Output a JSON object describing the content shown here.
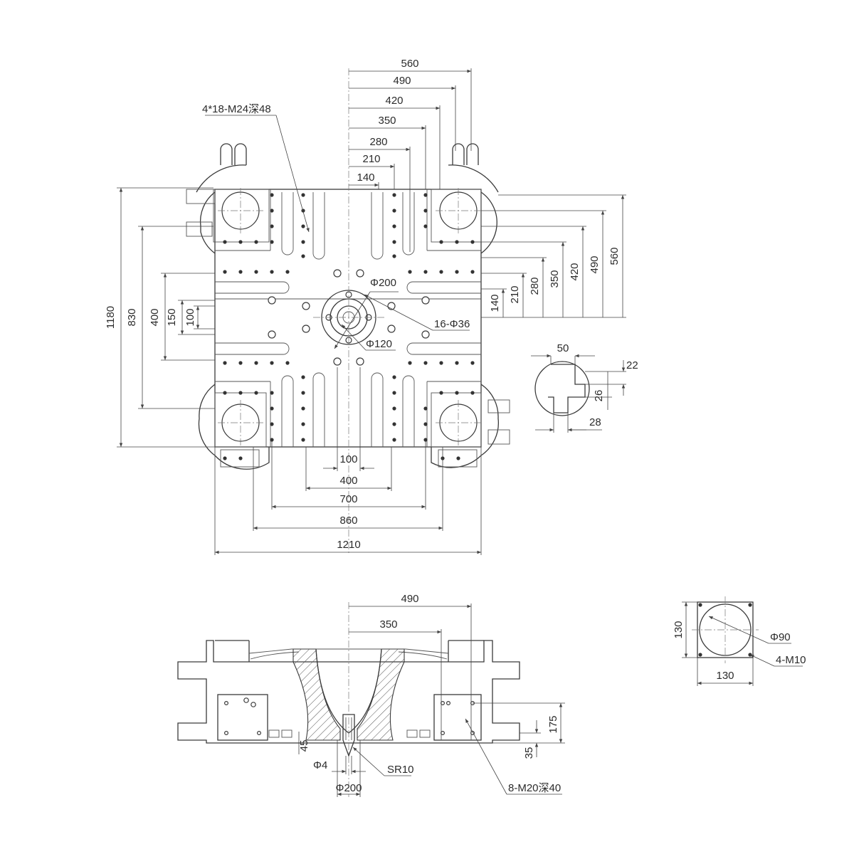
{
  "top_view": {
    "note_bolts": "4*18-M24深48",
    "dims_top": [
      "560",
      "490",
      "420",
      "350",
      "280",
      "210",
      "140"
    ],
    "dims_right": [
      "560",
      "490",
      "420",
      "350",
      "280",
      "210",
      "140"
    ],
    "dims_left": [
      "1180",
      "830",
      "400",
      "150",
      "100"
    ],
    "dims_bottom": [
      "100",
      "400",
      "700",
      "860",
      "1210"
    ],
    "label_d200": "Φ200",
    "label_d120": "Φ120",
    "label_holes": "16-Φ36"
  },
  "slot_detail": {
    "dim_width": "50",
    "dim_22": "22",
    "dim_26": "26",
    "dim_28": "28"
  },
  "front_view": {
    "dim_490": "490",
    "dim_350": "350",
    "dim_175": "175",
    "dim_35": "35",
    "dim_45": "45",
    "label_d4": "Φ4",
    "label_d200": "Φ200",
    "label_sr10": "SR10",
    "label_bolts": "8-M20深40"
  },
  "flange_detail": {
    "dim_130_v": "130",
    "dim_130_h": "130",
    "label_d90": "Φ90",
    "label_m10": "4-M10"
  }
}
